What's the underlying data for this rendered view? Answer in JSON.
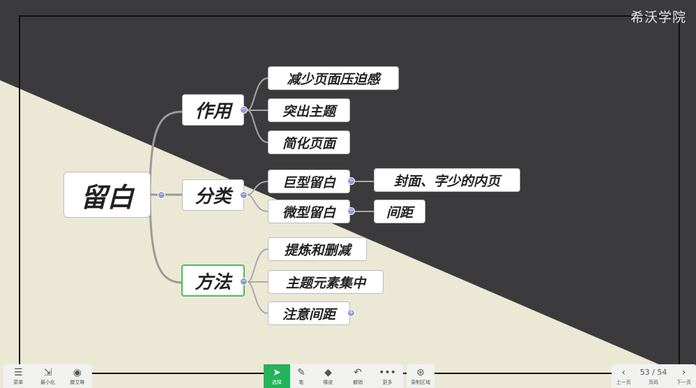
{
  "watermark": "希沃学院",
  "mindmap": {
    "root": "留白",
    "branches": [
      {
        "label": "作用",
        "children": [
          "减少页面压迫感",
          "突出主题",
          "简化页面"
        ]
      },
      {
        "label": "分类",
        "children": [
          "巨型留白",
          "微型留白"
        ],
        "grandchildren": [
          "封面、字少的内页",
          "间距"
        ]
      },
      {
        "label": "方法",
        "children": [
          "提炼和删减",
          "主题元素集中",
          "注意间距"
        ]
      }
    ]
  },
  "colors": {
    "dark_bg": "#3b3b3d",
    "light_bg": "#ece8d6",
    "toolbar_active": "#25b35b",
    "toggle": "#8c9bd0"
  },
  "toolbar_left": [
    {
      "label": "菜单",
      "icon": "menu-icon"
    },
    {
      "label": "最小化",
      "icon": "minimize-icon"
    },
    {
      "label": "滕艾琳",
      "icon": "avatar"
    }
  ],
  "toolbar_center": [
    {
      "label": "选择",
      "icon": "cursor-icon",
      "active": true
    },
    {
      "label": "笔",
      "icon": "pen-icon"
    },
    {
      "label": "橡皮",
      "icon": "eraser-icon"
    },
    {
      "label": "撤销",
      "icon": "undo-icon"
    },
    {
      "label": "更多",
      "icon": "more-icon"
    }
  ],
  "toolbar_record": {
    "label": "录制区域",
    "icon": "record-icon"
  },
  "pager": {
    "prev": "上一页",
    "page": "53 / 54",
    "page_label": "页码",
    "next": "下一页"
  }
}
